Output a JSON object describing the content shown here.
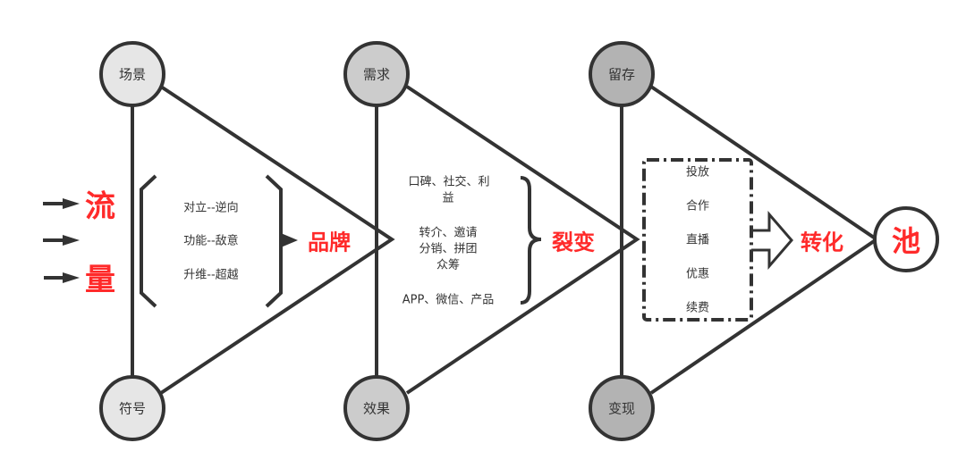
{
  "left_label": {
    "top": "流",
    "bottom": "量"
  },
  "stage1": {
    "top_node": "场景",
    "bottom_node": "符号",
    "items": [
      "对立--逆向",
      "功能--敌意",
      "升维--超越"
    ],
    "result": "品牌"
  },
  "stage2": {
    "top_node": "需求",
    "bottom_node": "效果",
    "items": [
      "口碑、社交、利",
      "益",
      "转介、邀请",
      "分销、拼团",
      "众筹",
      "APP、微信、产品"
    ],
    "result": "裂变"
  },
  "stage3": {
    "top_node": "留存",
    "bottom_node": "变现",
    "items": [
      "投放",
      "合作",
      "直播",
      "优惠",
      "续费"
    ],
    "result": "转化"
  },
  "end_node": "池",
  "colors": {
    "stroke": "#333333",
    "accent": "#ff2a2a",
    "node1": "#e6e6e6",
    "node2": "#cccccc",
    "node3": "#b3b3b3"
  }
}
